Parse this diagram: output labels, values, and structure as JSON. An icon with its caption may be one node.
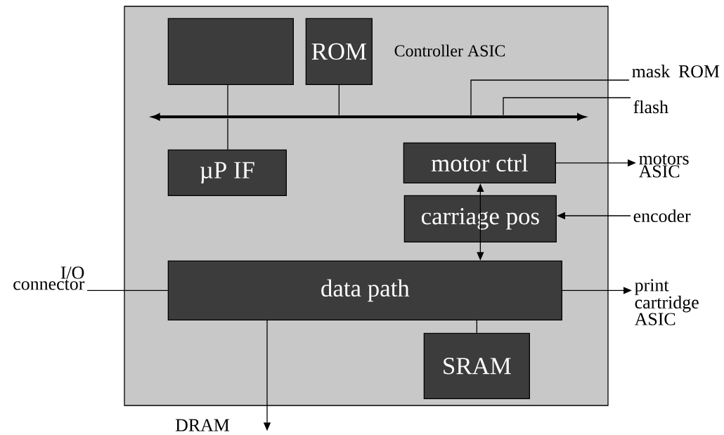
{
  "diagram": {
    "nodes": [
      {
        "text": [
          "Controller ASIC"
        ]
      },
      {
        "text": [],
        "shape": "box",
        "in": 0
      },
      {
        "text": [
          "ROM"
        ],
        "in": 0
      },
      {
        "text": [],
        "shape": "bar",
        "in": 0
      },
      {
        "text": [
          "µP IF"
        ],
        "in": 0
      },
      {
        "text": [
          "motor ctrl"
        ],
        "in": 0
      },
      {
        "text": [
          "carriage pos"
        ],
        "in": 0
      },
      {
        "text": [
          "data path"
        ],
        "in": 0
      },
      {
        "text": [
          "SRAM"
        ],
        "in": 0
      },
      {
        "text": [
          "mask ROM"
        ]
      },
      {
        "text": [
          "flash"
        ]
      },
      {
        "text": [
          "motors ASIC"
        ]
      },
      {
        "text": [
          "encoder"
        ]
      },
      {
        "text": [
          "I/O connector"
        ]
      },
      {
        "text": [
          "print cartridge ASIC"
        ]
      },
      {
        "text": [
          "DRAM"
        ]
      }
    ],
    "edges": [
      {
        "from": 1,
        "to": 3,
        "arrow": "none"
      },
      {
        "from": 3,
        "to": 4,
        "arrow": "none"
      },
      {
        "from": 2,
        "to": 3,
        "arrow": "none"
      },
      {
        "from": 9,
        "to": 3,
        "arrow": "none"
      },
      {
        "from": 10,
        "to": 3,
        "arrow": "none"
      },
      {
        "from": 5,
        "to": 11,
        "arrow": "to"
      },
      {
        "from": 12,
        "to": 6,
        "arrow": "to"
      },
      {
        "from": 6,
        "to": 5,
        "arrow": "to"
      },
      {
        "from": 6,
        "to": 7,
        "arrow": "to"
      },
      {
        "from": 13,
        "to": 7,
        "arrow": "none"
      },
      {
        "from": 7,
        "to": 14,
        "arrow": "to"
      },
      {
        "from": 7,
        "to": 8,
        "arrow": "none"
      },
      {
        "from": 7,
        "to": 15,
        "arrow": "to"
      }
    ]
  }
}
